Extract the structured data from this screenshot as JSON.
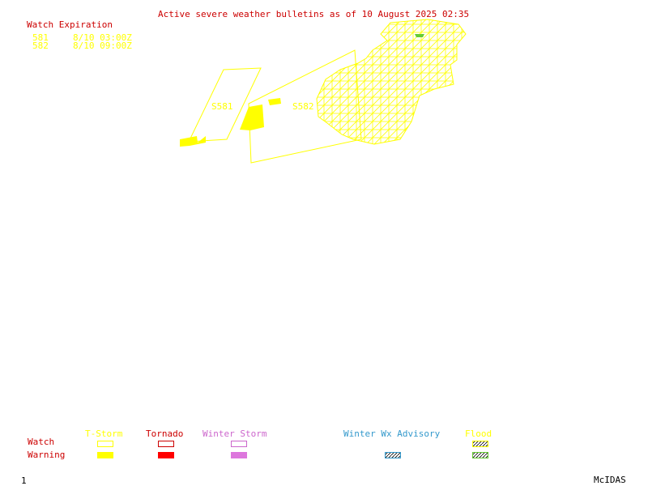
{
  "header": {
    "title": "Active severe weather bulletins as of 10 August 2025 02:35",
    "title_color": "#cc0000"
  },
  "watch_expiration": {
    "label": "Watch Expiration",
    "label_color": "#cc0000",
    "entries": [
      {
        "id": "581",
        "time": "8/10 03:00Z"
      },
      {
        "id": "582",
        "time": "8/10 09:00Z"
      }
    ],
    "entry_color": "#ffff00"
  },
  "map": {
    "watch_labels": [
      "S581",
      "S582"
    ],
    "watch_color": "#ffff00"
  },
  "legend": {
    "row_labels": {
      "watch": "Watch",
      "warning": "Warning"
    },
    "row_label_color": "#cc0000",
    "categories": [
      {
        "name": "T-Storm",
        "color": "#ffff00",
        "watch": "outline",
        "warning": "filled"
      },
      {
        "name": "Tornado",
        "color": "#cc0000",
        "watch": "outline",
        "warning": "filled"
      },
      {
        "name": "Winter Storm",
        "color": "#cc66cc",
        "watch": "outline",
        "warning": "filled"
      },
      {
        "name": "Winter Wx Advisory",
        "color": "#3399cc",
        "watch": "",
        "warning": "hatched"
      },
      {
        "name": "Flood",
        "color": "#ffff00",
        "warning_color": "#66cc33",
        "watch": "hatched",
        "warning": "hatched"
      }
    ]
  },
  "footer": {
    "frame_number": "1",
    "brand": "McIDAS"
  }
}
